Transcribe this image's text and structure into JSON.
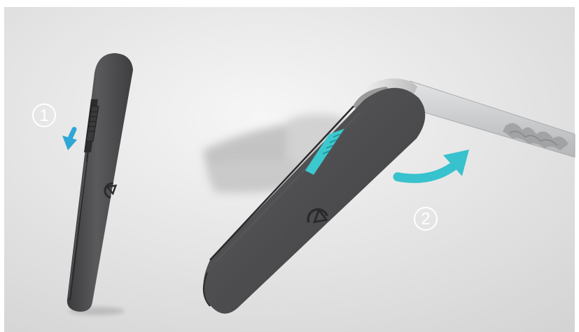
{
  "steps": [
    {
      "number": "1",
      "action": "slide-down"
    },
    {
      "number": "2",
      "action": "flip-open"
    }
  ],
  "colors": {
    "background_light": "#f3f3f3",
    "background_dark": "#d2d2d2",
    "device_body": "#4f4f51",
    "device_edge": "#2e2e30",
    "blade": "#c9cbcd",
    "accent_arrow_step1": "#2ea7d6",
    "accent_arrow_step2": "#37c2cd",
    "slider_accent": "#3cc8cf",
    "step_badge": "#ffffff"
  },
  "icons": [
    "logo-mark-icon",
    "down-arrow-icon",
    "curved-arrow-icon",
    "key-blade-icon"
  ]
}
